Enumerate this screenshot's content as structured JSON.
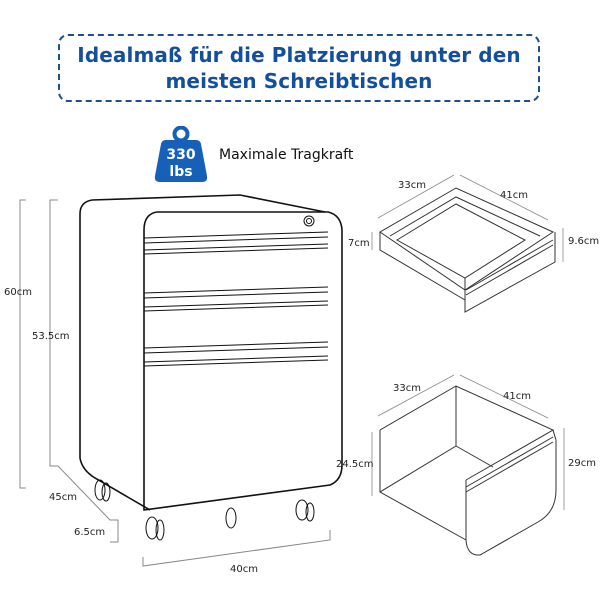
{
  "header": {
    "title_line1": "Idealmaß für die Platzierung unter den",
    "title_line2": "meisten Schreibtischen",
    "title_color": "#134f9c",
    "border_color": "#1d4f8c"
  },
  "load_capacity": {
    "badge_number": "330",
    "badge_unit": "lbs",
    "label": "Maximale Tragkraft",
    "badge_color": "#1760b8"
  },
  "cabinet": {
    "icon": "file-cabinet-drawing",
    "dimensions": {
      "total_height": "60cm",
      "body_height": "53.5cm",
      "depth": "45cm",
      "wheel_height": "6.5cm",
      "width": "40cm"
    }
  },
  "small_drawer": {
    "icon": "small-drawer-drawing",
    "dimensions": {
      "depth": "33cm",
      "width": "41cm",
      "inner_height": "7cm",
      "front_height": "9.6cm"
    }
  },
  "large_drawer": {
    "icon": "large-drawer-drawing",
    "dimensions": {
      "depth": "33cm",
      "width": "41cm",
      "inner_height": "24.5cm",
      "front_height": "29cm"
    }
  }
}
